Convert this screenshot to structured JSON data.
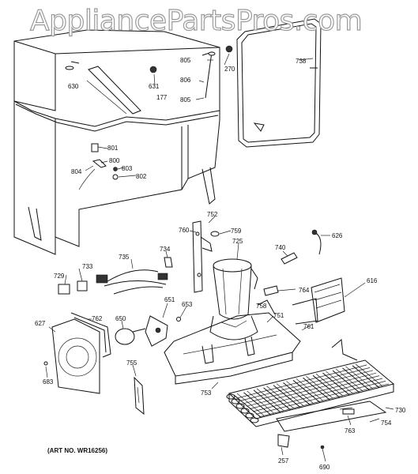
{
  "watermark": "AppliancePartsPros.com",
  "art_number": "(ART NO. WR16256)",
  "parts": [
    {
      "id": "p738",
      "label": "738"
    },
    {
      "id": "p805a",
      "label": "805"
    },
    {
      "id": "p270",
      "label": "270"
    },
    {
      "id": "p806",
      "label": "806"
    },
    {
      "id": "p805b",
      "label": "805"
    },
    {
      "id": "p630",
      "label": "630"
    },
    {
      "id": "p631",
      "label": "631"
    },
    {
      "id": "p177",
      "label": "177"
    },
    {
      "id": "p801",
      "label": "801"
    },
    {
      "id": "p800",
      "label": "800"
    },
    {
      "id": "p804",
      "label": "804"
    },
    {
      "id": "p803",
      "label": "803"
    },
    {
      "id": "p802",
      "label": "802"
    },
    {
      "id": "p752",
      "label": "752"
    },
    {
      "id": "p760",
      "label": "760"
    },
    {
      "id": "p759",
      "label": "759"
    },
    {
      "id": "p626",
      "label": "626"
    },
    {
      "id": "p725",
      "label": "725"
    },
    {
      "id": "p740",
      "label": "740"
    },
    {
      "id": "p735",
      "label": "735"
    },
    {
      "id": "p734",
      "label": "734"
    },
    {
      "id": "p733",
      "label": "733"
    },
    {
      "id": "p729",
      "label": "729"
    },
    {
      "id": "p616",
      "label": "616"
    },
    {
      "id": "p764",
      "label": "764"
    },
    {
      "id": "p651",
      "label": "651"
    },
    {
      "id": "p653",
      "label": "653"
    },
    {
      "id": "p758",
      "label": "758"
    },
    {
      "id": "p627",
      "label": "627"
    },
    {
      "id": "p762",
      "label": "762"
    },
    {
      "id": "p650",
      "label": "650"
    },
    {
      "id": "p751",
      "label": "751"
    },
    {
      "id": "p761",
      "label": "761"
    },
    {
      "id": "p683",
      "label": "683"
    },
    {
      "id": "p755",
      "label": "755"
    },
    {
      "id": "p753",
      "label": "753"
    },
    {
      "id": "p730",
      "label": "730"
    },
    {
      "id": "p754",
      "label": "754"
    },
    {
      "id": "p763",
      "label": "763"
    },
    {
      "id": "p257",
      "label": "257"
    },
    {
      "id": "p690",
      "label": "690"
    }
  ]
}
